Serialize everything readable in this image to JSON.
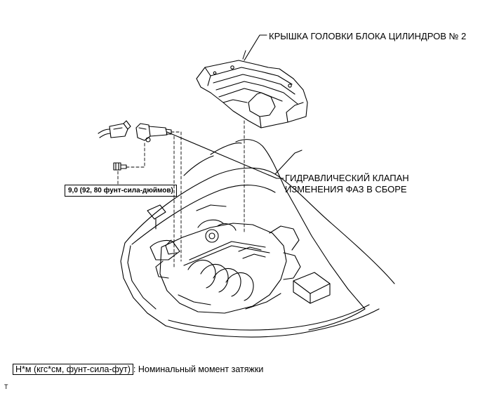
{
  "labels": {
    "cover": "КРЫШКА ГОЛОВКИ БЛОКА ЦИЛИНДРОВ № 2",
    "valve_line1": "ГИДРАВЛИЧЕСКИЙ КЛАПАН",
    "valve_line2": "ИЗМЕНЕНИЯ ФАЗ В СБОРЕ",
    "torque": "9,0 (92, 80 фунт-сила-дюймов)"
  },
  "legend": {
    "unit_box": "Н*м (кгс*см, фунт-сила-фут)",
    "text": ": Номинальный момент затяжки"
  },
  "corner_mark": "T"
}
